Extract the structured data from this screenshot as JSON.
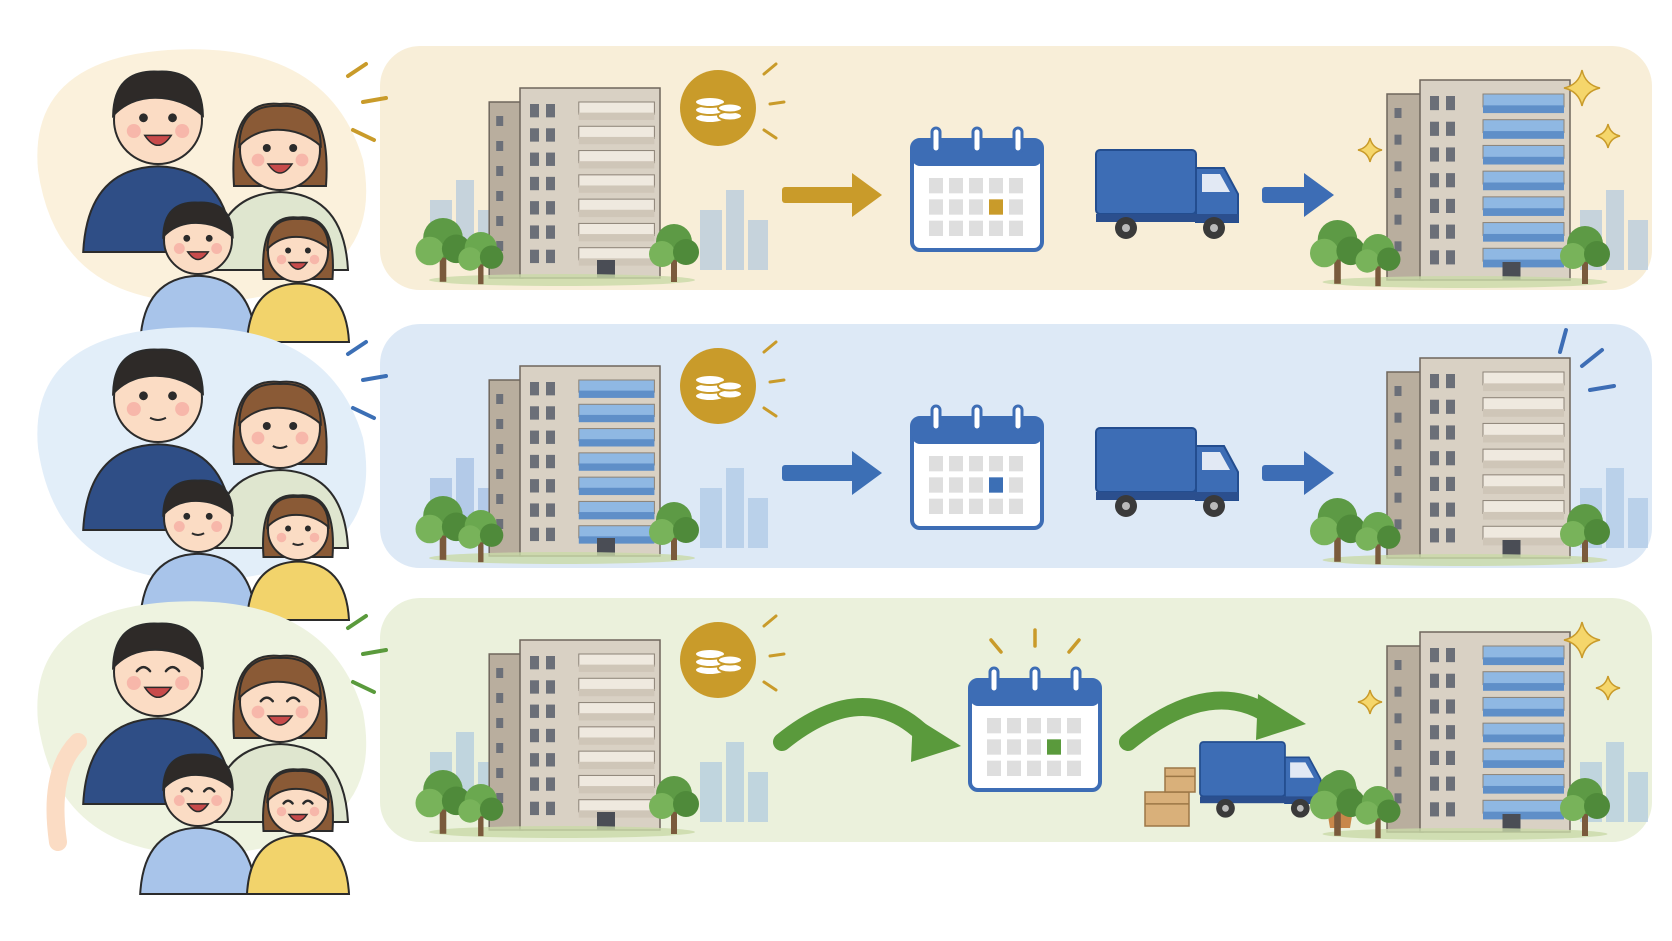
{
  "rows": [
    {
      "mood": "happy-expectant",
      "band_color": "#f8eed8",
      "blob_color": "#fbf1dc",
      "accent_color": "#c99b2a",
      "arrow_style": "straight",
      "destination_sparkles": true,
      "destination_facade": "blue-balconies",
      "origin_facade": "beige",
      "calendar_highlight_color": "#c99b2a"
    },
    {
      "mood": "thinking",
      "band_color": "#dde9f6",
      "blob_color": "#e2eef9",
      "accent_color": "#3c6fb5",
      "arrow_style": "straight",
      "destination_sparkles": false,
      "destination_facade": "beige",
      "origin_facade": "blue-balconies",
      "calendar_highlight_color": "#3c6fb5"
    },
    {
      "mood": "celebrating",
      "band_color": "#ebf1dc",
      "blob_color": "#eef3e0",
      "accent_color": "#5a9a3c",
      "arrow_style": "curved",
      "destination_sparkles": true,
      "destination_facade": "blue-balconies",
      "origin_facade": "beige",
      "calendar_highlight_color": "#5a9a3c"
    }
  ],
  "palette": {
    "navy": "#2f4e86",
    "truck_blue": "#3d6db5",
    "coin_gold": "#c99b2a",
    "building_beige": "#d9d1c4",
    "building_shadow": "#b9ae9e",
    "glass_blue": "#8fb8e3",
    "tree_green": "#5d9a45",
    "skin": "#fbdcc4",
    "hair_dark": "#2e2a28",
    "hair_brown": "#8a5a36"
  },
  "icons": [
    "family-illustration",
    "apartment-building-icon",
    "coins-icon",
    "arrow-icon",
    "calendar-icon",
    "moving-truck-icon",
    "sparkle-icon",
    "tree-icon",
    "box-icon",
    "plant-icon"
  ]
}
